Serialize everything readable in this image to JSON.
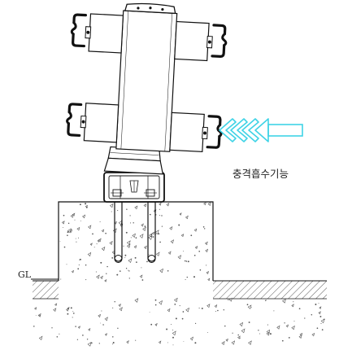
{
  "labels": {
    "impact_absorption": "충격흡수기능",
    "ground_level": "GL"
  },
  "icons": {
    "impact_arrow": "triple-chevron-left-arrow",
    "hand_clamp": "c-clamp-bracket",
    "foundation": "concrete-footing",
    "anchor_bolt": "anchor-bolt"
  },
  "colors": {
    "line": "#111111",
    "arrow": "#3fd3e6",
    "concrete_speck": "#555555",
    "hatch": "#333333"
  }
}
